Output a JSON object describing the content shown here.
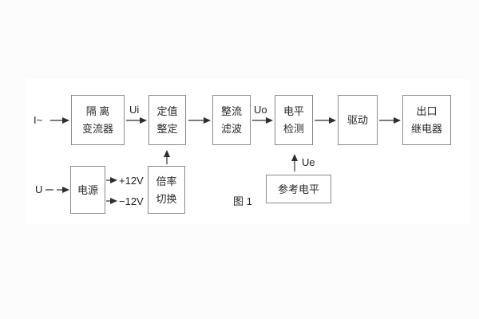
{
  "figure": {
    "caption": "图 1",
    "inputs": {
      "current": "I~",
      "voltage": "U"
    },
    "signals": {
      "ui": "Ui",
      "uo": "Uo",
      "ue": "Ue",
      "plus12": "+12V",
      "minus12": "−12V"
    },
    "blocks": {
      "isolation_ct": {
        "line1": "隔 离",
        "line2": "变流器"
      },
      "setting": {
        "line1": "定值",
        "line2": "整定"
      },
      "rectify_filter": {
        "line1": "整流",
        "line2": "滤波"
      },
      "level_detect": {
        "line1": "电平",
        "line2": "检测"
      },
      "drive": {
        "line1": "驱动"
      },
      "output_relay": {
        "line1": "出口",
        "line2": "继电器"
      },
      "power_supply": {
        "line1": "电源"
      },
      "ratio_switch": {
        "line1": "倍率",
        "line2": "切换"
      },
      "reference_level": {
        "line1": "参考电平"
      }
    },
    "colors": {
      "page_background": "#fcfcfc",
      "canvas_background": "#ffffff",
      "box_border": "#8a8a8a",
      "wire": "#2e2e2e",
      "text": "#2a2a2a"
    }
  }
}
